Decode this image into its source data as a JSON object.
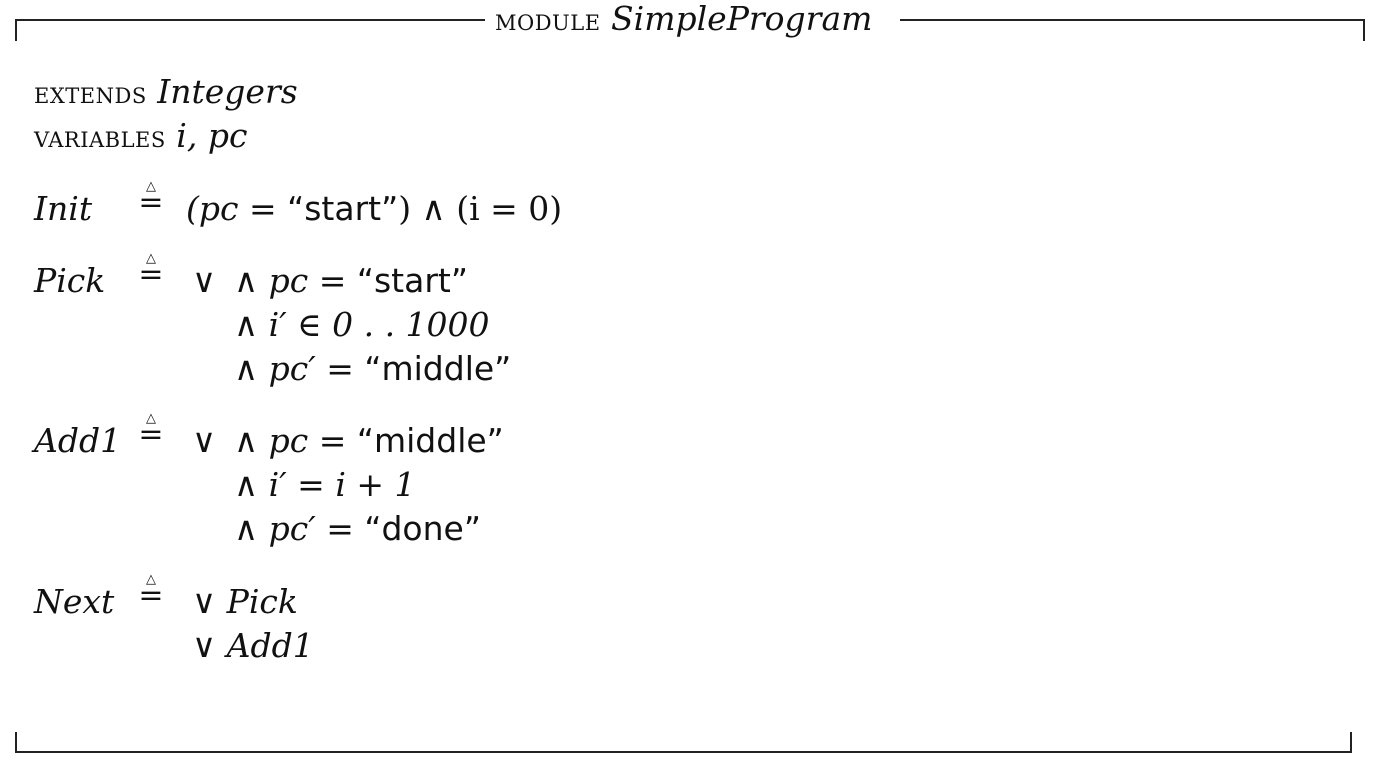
{
  "module": {
    "keyword": "module",
    "name": "SimpleProgram"
  },
  "extends": {
    "keyword": "extends",
    "value": "Integers"
  },
  "variables": {
    "keyword": "variables",
    "names": "i, pc"
  },
  "init": {
    "name": "Init",
    "body_prefix": "(pc =",
    "str": "“start”",
    "body_suffix": ") ∧ (i = 0)"
  },
  "pick": {
    "name": "Pick",
    "disj": "∨",
    "c1_lhs": "∧ pc =",
    "c1_str": "“start”",
    "c2": "∧ i′  ∈ 0 . . 1000",
    "c3_lhs": "∧ pc′ =",
    "c3_str": "“middle”"
  },
  "add1": {
    "name": "Add1",
    "disj": "∨",
    "c1_lhs": "∧ pc =",
    "c1_str": "“middle”",
    "c2": "∧ i′  = i + 1",
    "c3_lhs": "∧ pc′ =",
    "c3_str": "“done”"
  },
  "next": {
    "name": "Next",
    "d1": "∨ Pick",
    "d2": "∨ Add1"
  },
  "symbols": {
    "defeq_triangle": "△",
    "defeq_equals": "="
  }
}
